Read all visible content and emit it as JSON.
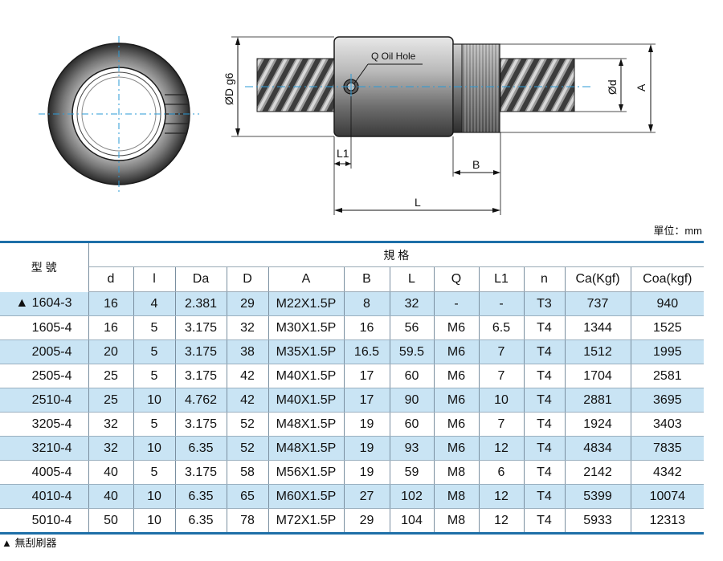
{
  "drawing": {
    "oil_hole_label": "Q  Oil  Hole",
    "dim_D": "ØD g6",
    "dim_d": "Ød",
    "dim_A": "A",
    "dim_L1": "L1",
    "dim_B": "B",
    "dim_L": "L"
  },
  "unit_note": "單位：mm",
  "table": {
    "model_header": "型  號",
    "spec_header": "規    格",
    "columns": [
      "d",
      "l",
      "Da",
      "D",
      "A",
      "B",
      "L",
      "Q",
      "L1",
      "n",
      "Ca(Kgf)",
      "Coa(kgf)"
    ],
    "rows": [
      {
        "model": "▲ 1604-3",
        "cells": [
          "16",
          "4",
          "2.381",
          "29",
          "M22X1.5P",
          "8",
          "32",
          "-",
          "-",
          "T3",
          "737",
          "940"
        ]
      },
      {
        "model": "1605-4",
        "cells": [
          "16",
          "5",
          "3.175",
          "32",
          "M30X1.5P",
          "16",
          "56",
          "M6",
          "6.5",
          "T4",
          "1344",
          "1525"
        ]
      },
      {
        "model": "2005-4",
        "cells": [
          "20",
          "5",
          "3.175",
          "38",
          "M35X1.5P",
          "16.5",
          "59.5",
          "M6",
          "7",
          "T4",
          "1512",
          "1995"
        ]
      },
      {
        "model": "2505-4",
        "cells": [
          "25",
          "5",
          "3.175",
          "42",
          "M40X1.5P",
          "17",
          "60",
          "M6",
          "7",
          "T4",
          "1704",
          "2581"
        ]
      },
      {
        "model": "2510-4",
        "cells": [
          "25",
          "10",
          "4.762",
          "42",
          "M40X1.5P",
          "17",
          "90",
          "M6",
          "10",
          "T4",
          "2881",
          "3695"
        ]
      },
      {
        "model": "3205-4",
        "cells": [
          "32",
          "5",
          "3.175",
          "52",
          "M48X1.5P",
          "19",
          "60",
          "M6",
          "7",
          "T4",
          "1924",
          "3403"
        ]
      },
      {
        "model": "3210-4",
        "cells": [
          "32",
          "10",
          "6.35",
          "52",
          "M48X1.5P",
          "19",
          "93",
          "M6",
          "12",
          "T4",
          "4834",
          "7835"
        ]
      },
      {
        "model": "4005-4",
        "cells": [
          "40",
          "5",
          "3.175",
          "58",
          "M56X1.5P",
          "19",
          "59",
          "M8",
          "6",
          "T4",
          "2142",
          "4342"
        ]
      },
      {
        "model": "4010-4",
        "cells": [
          "40",
          "10",
          "6.35",
          "65",
          "M60X1.5P",
          "27",
          "102",
          "M8",
          "12",
          "T4",
          "5399",
          "10074"
        ]
      },
      {
        "model": "5010-4",
        "cells": [
          "50",
          "10",
          "6.35",
          "78",
          "M72X1.5P",
          "29",
          "104",
          "M8",
          "12",
          "T4",
          "5933",
          "12313"
        ]
      }
    ]
  },
  "footnote": "▲ 無刮刷器",
  "colors": {
    "accent": "#1e6fa8",
    "row_blue": "#c9e4f4",
    "centerline": "#2a9ad6"
  }
}
